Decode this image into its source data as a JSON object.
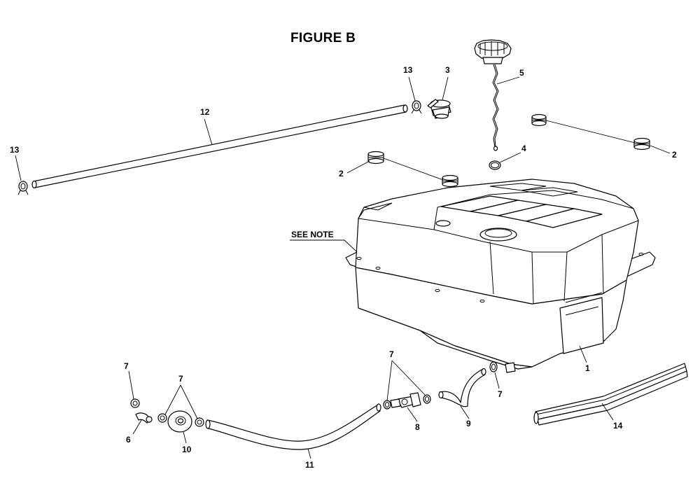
{
  "figure": {
    "title": "FIGURE B"
  },
  "note": {
    "text": "SEE NOTE"
  },
  "callouts": {
    "c1": "1",
    "c2a": "2",
    "c2b": "2",
    "c3": "3",
    "c4": "4",
    "c5": "5",
    "c6": "6",
    "c7a": "7",
    "c7b": "7",
    "c7c": "7",
    "c7d": "7",
    "c8": "8",
    "c9": "9",
    "c10": "10",
    "c11": "11",
    "c12": "12",
    "c13a": "13",
    "c13b": "13",
    "c14": "14"
  }
}
